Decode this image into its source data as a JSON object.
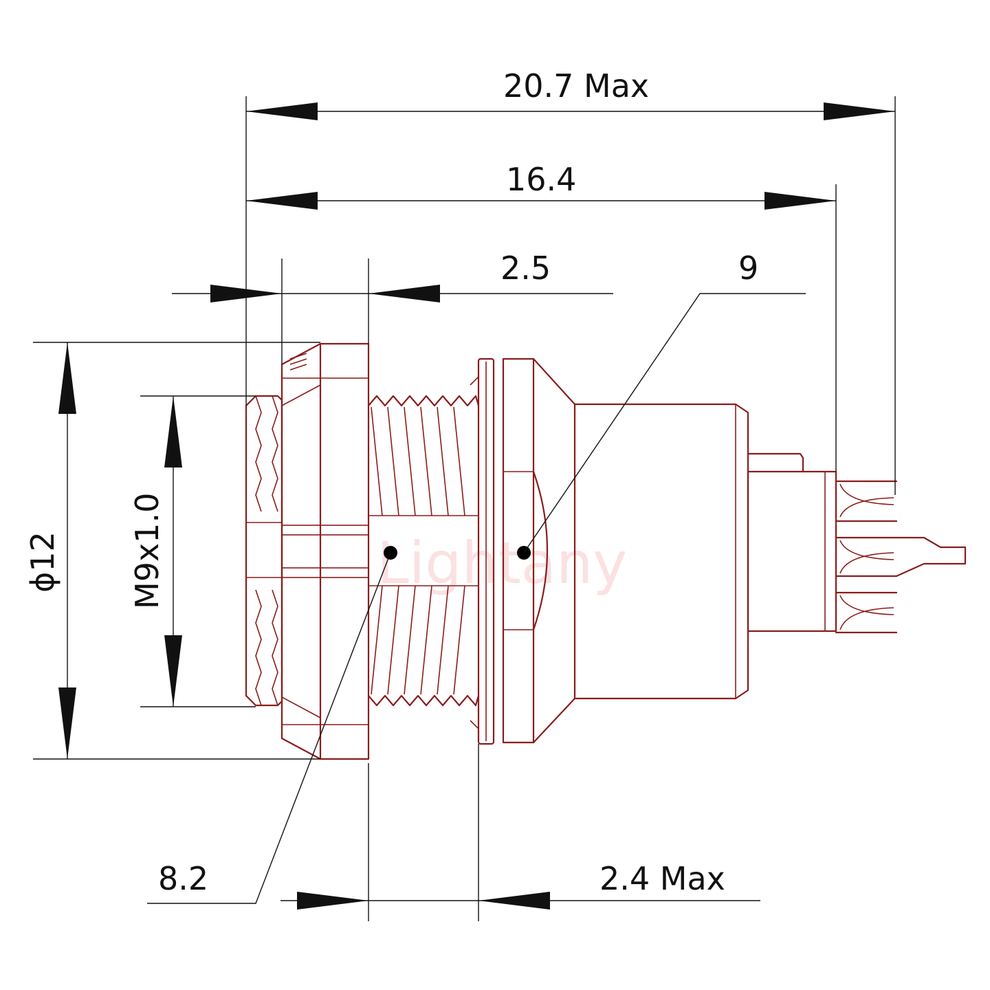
{
  "dimensions": {
    "overall_length": "20.7 Max",
    "body_length": "16.4",
    "flange_thickness": "2.5",
    "panel_cutout": "9",
    "thread_spec": "M9x1.0",
    "flange_diameter": "ϕ12",
    "thread_flat": "8.2",
    "panel_thickness": "2.4 Max"
  },
  "watermark": "Lightany",
  "colors": {
    "part_outline": "#8a1c1c",
    "dimension_line": "#111111",
    "watermark": "#e32b2b"
  }
}
